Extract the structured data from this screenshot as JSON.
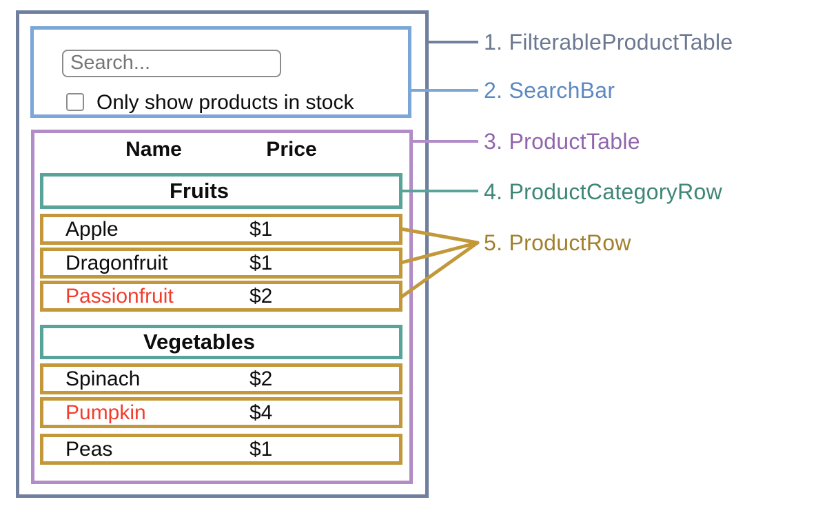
{
  "colors": {
    "outer_border": "#6f7f9d",
    "searchbar_border": "#7aa6d8",
    "product_table_border": "#b28cc6",
    "category_border": "#58a498",
    "row_border": "#c2983a",
    "red_text": "#f23d2c",
    "input_border": "#8c8c8c",
    "placeholder_text": "#767676",
    "body_text": "#0d0d0d"
  },
  "diagram": {
    "searchbar": {
      "placeholder": "Search...",
      "checkbox_label": "Only show products in stock",
      "checkbox_checked": false
    },
    "table": {
      "header": {
        "name": "Name",
        "price": "Price"
      },
      "sections": [
        {
          "category": "Fruits",
          "rows": [
            {
              "name": "Apple",
              "price": "$1",
              "red_text": false
            },
            {
              "name": "Dragonfruit",
              "price": "$1",
              "red_text": false
            },
            {
              "name": "Passionfruit",
              "price": "$2",
              "red_text": true
            }
          ]
        },
        {
          "category": "Vegetables",
          "rows": [
            {
              "name": "Spinach",
              "price": "$2",
              "red_text": false
            },
            {
              "name": "Pumpkin",
              "price": "$4",
              "red_text": true
            },
            {
              "name": "Peas",
              "price": "$1",
              "red_text": false
            }
          ]
        }
      ]
    }
  },
  "legend": {
    "items": [
      {
        "label": "1. FilterableProductTable",
        "color": "#6b7890"
      },
      {
        "label": "2. SearchBar",
        "color": "#5c88c1"
      },
      {
        "label": "3. ProductTable",
        "color": "#9165ab"
      },
      {
        "label": "4. ProductCategoryRow",
        "color": "#3f8676"
      },
      {
        "label": "5. ProductRow",
        "color": "#a2802c"
      }
    ]
  }
}
